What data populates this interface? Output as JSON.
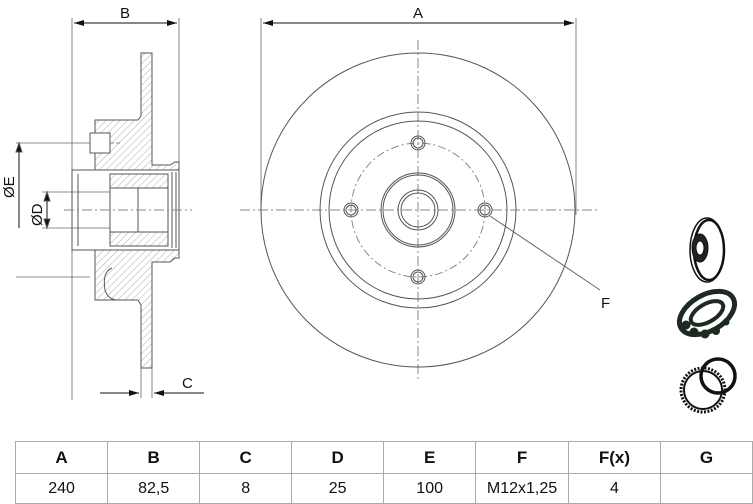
{
  "drawing": {
    "dimension_labels": {
      "A": "A",
      "B": "B",
      "C": "C",
      "D": "ØD",
      "E": "ØE",
      "F": "F"
    },
    "views": [
      "side-section-view",
      "front-view"
    ],
    "product_icons": [
      "brake-disc-icon",
      "wheel-bearing-icon",
      "abs-ring-icon"
    ]
  },
  "spec_table": {
    "headers": [
      "A",
      "B",
      "C",
      "D",
      "E",
      "F",
      "F(x)",
      "G"
    ],
    "values": [
      "240",
      "82,5",
      "8",
      "25",
      "100",
      "M12x1,25",
      "4",
      ""
    ]
  }
}
